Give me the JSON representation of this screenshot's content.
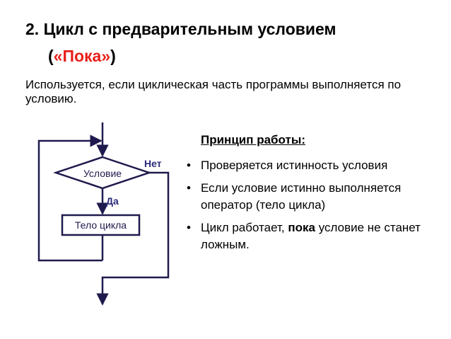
{
  "slide": {
    "title_line1": "2. Цикл с предварительным условием",
    "title_open": "(",
    "title_keyword": "«Пока»",
    "title_close": ")",
    "intro": "Используется, если циклическая часть программы выполняется по условию."
  },
  "flowchart": {
    "condition_label": "Условие",
    "body_label": "Тело цикла",
    "yes_label": "Да",
    "no_label": "Нет",
    "line_color": "#1f1a4d",
    "label_color": "#2a2a7a"
  },
  "principle": {
    "heading": "Принцип работы:",
    "bullet_glyph": "•",
    "items": [
      {
        "text": "Проверяется истинность условия"
      },
      {
        "text": "Если условие истинно выполняется оператор (тело цикла)"
      },
      {
        "before": "Цикл работает, ",
        "bold": "пока",
        "after": " условие не станет ложным."
      }
    ]
  }
}
